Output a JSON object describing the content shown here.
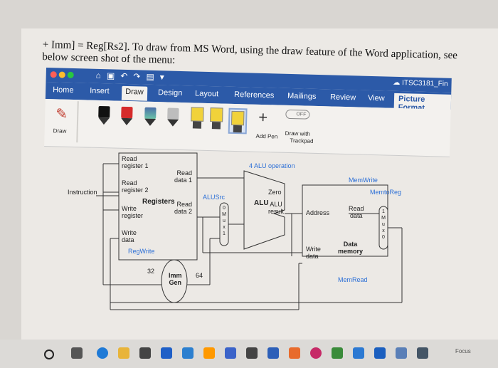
{
  "doc_line1": "+ Imm] = Reg[Rs2]. To draw from MS Word, using the draw feature of the Word application, see",
  "doc_line2": "below screen shot of the menu:",
  "window": {
    "doc_title": "ITSC3181_Fin"
  },
  "tabs": [
    "Home",
    "Insert",
    "Draw",
    "Design",
    "Layout",
    "References",
    "Mailings",
    "Review",
    "View",
    "Picture Format"
  ],
  "tools": {
    "draw_label": "Draw",
    "add_pen": "Add Pen",
    "trackpad_toggle": "OFF",
    "draw_trackpad_line1": "Draw with",
    "draw_trackpad_line2": "Trackpad"
  },
  "diagram": {
    "read_register_1": "Read",
    "read_register_1b": "register 1",
    "read_register_2": "Read",
    "read_register_2b": "register 2",
    "read_data_1": "Read",
    "read_data_1b": "data 1",
    "registers": "Registers",
    "read_data_2": "Read",
    "read_data_2b": "data 2",
    "write_register": "Write",
    "write_register_b": "register",
    "write_data": "Write",
    "write_data_b": "data",
    "instruction": "Instruction",
    "regwrite": "RegWrite",
    "alusrc": "ALUSrc",
    "mux1": "M u x",
    "alu_operation_num": "4",
    "alu_operation": "ALU operation",
    "zero": "Zero",
    "alu": "ALU",
    "alu_result": "ALU",
    "alu_result_b": "result",
    "address": "Address",
    "mem_read_data": "Read",
    "mem_read_data_b": "data",
    "data_memory": "Data",
    "data_memory_b": "memory",
    "mem_write_data": "Write",
    "mem_write_data_b": "data",
    "memwrite": "MemWrite",
    "memtoreg": "MemtoReg",
    "memread": "MemRead",
    "mux2": "M u x",
    "imm_gen": "Imm",
    "imm_gen_b": "Gen",
    "bits_32": "32",
    "bits_64": "64",
    "mux_0": "0",
    "mux_1": "1",
    "mux2_1": "1",
    "mux2_0": "0"
  },
  "taskbar": {
    "focus_label": "Focus"
  }
}
